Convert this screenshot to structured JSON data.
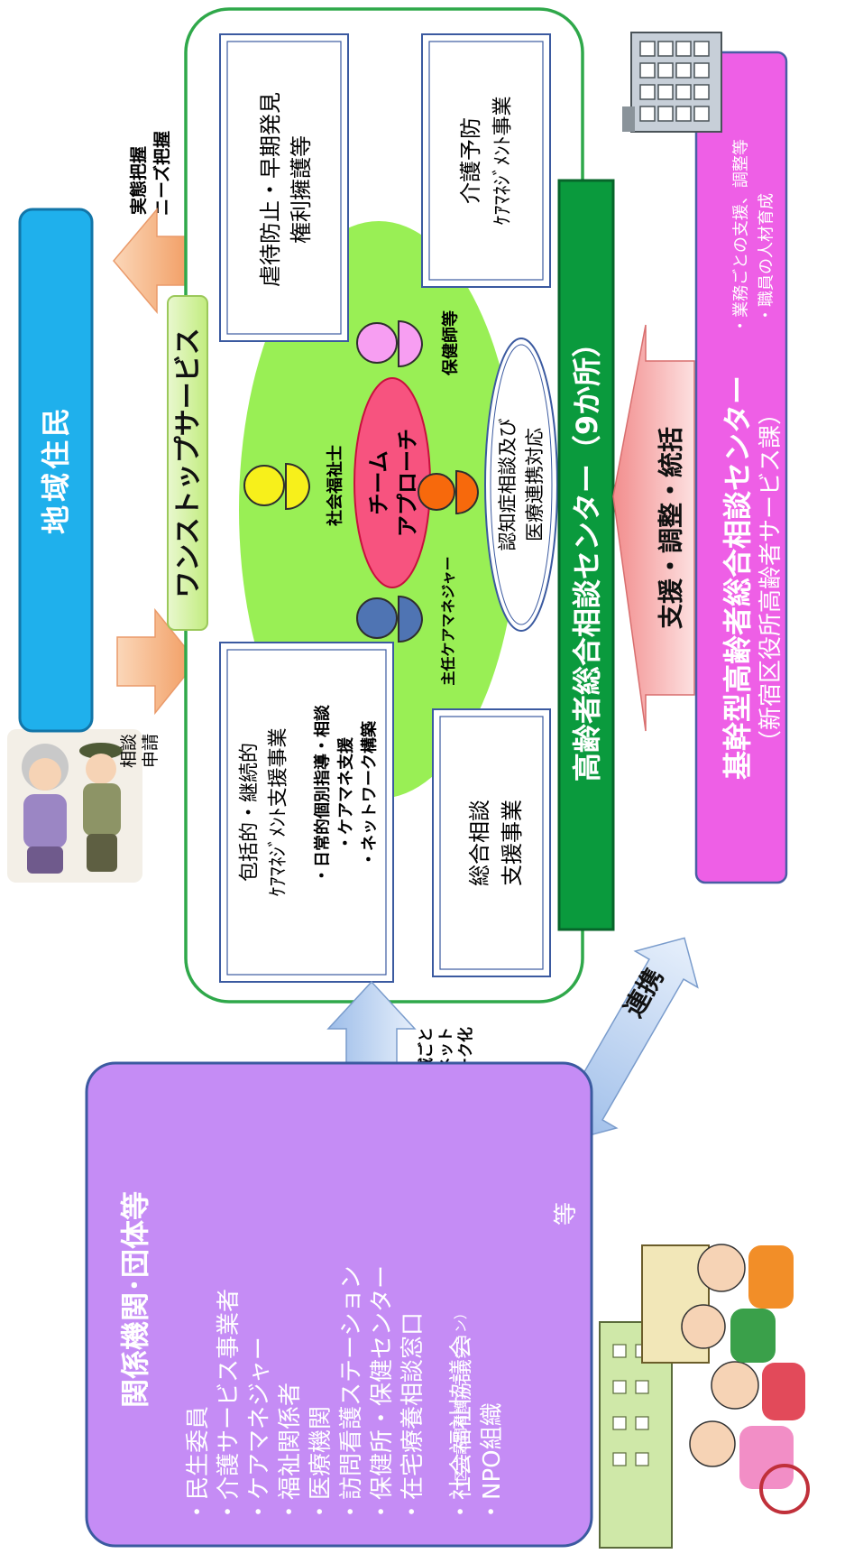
{
  "resident": {
    "label": "地域住民"
  },
  "consult_label": [
    "相談",
    "申請"
  ],
  "needs_label": [
    "実態把握",
    "ニーズ把握"
  ],
  "one_stop": {
    "label": "ワンストップサービス"
  },
  "services": {
    "abuse": [
      "虐待防止・早期発見",
      "権利擁護等"
    ],
    "prevention": [
      "介護予防",
      "ｹｱﾏﾈｼﾞﾒﾝﾄ事業"
    ],
    "continuous": [
      "包括的・継続的",
      "ｹｱﾏﾈｼﾞﾒﾝﾄ支援事業"
    ],
    "continuous_items": [
      "・日常的個別指導・相談",
      "・ケアマネ支援",
      "・ネットワーク構築"
    ],
    "general": [
      "総合相談",
      "支援事業"
    ]
  },
  "team": {
    "center": [
      "チーム",
      "アプローチ"
    ],
    "social_worker": "社会福祉士",
    "nurse": "保健師等",
    "care_manager": "主任ケアマネジャー",
    "dementia": [
      "認知症相談及び",
      "医療連携対応"
    ]
  },
  "center_bar": {
    "label": "高齢者総合相談センター（9か所）"
  },
  "support_arrow": {
    "label": "支援・調整・統括"
  },
  "hq": {
    "title": [
      "基幹型高齢者総合相談センター",
      "（新宿区役所高齢者サービス課）"
    ],
    "notes": [
      "・業務ごとの支援、調整等",
      "・職員の人材育成"
    ]
  },
  "network": {
    "renkei_top": "連携",
    "renkei_bottom": "連携",
    "regional": [
      "地域ごと",
      "のネット",
      "ワーク化"
    ]
  },
  "orgs": {
    "title": "関係機関･団体等",
    "items": [
      "・民生委員",
      "・介護サービス事業者",
      "・ケアマネジャー",
      "・福祉関係者",
      "・医療機関",
      "・訪問看護ステーション",
      "・保健所・保健センター",
      "・在宅療養相談窓口"
    ],
    "sub": "（区立訪問看護ステーション）",
    "items2": [
      "・社会福祉協議会",
      "・NPO組織"
    ],
    "etc": "等"
  },
  "colors": {
    "resident": "#1fb0ec",
    "hq": "#ee5fe6",
    "orgs": "#c58cf5",
    "center_bar": "#0a9a3d",
    "oval": "#99ef55",
    "team_center": "#f7537f",
    "arrow_peach": "#f7b98b",
    "arrow_pink": "#f8b2b2",
    "arrow_blue": "#c4d8f5"
  }
}
